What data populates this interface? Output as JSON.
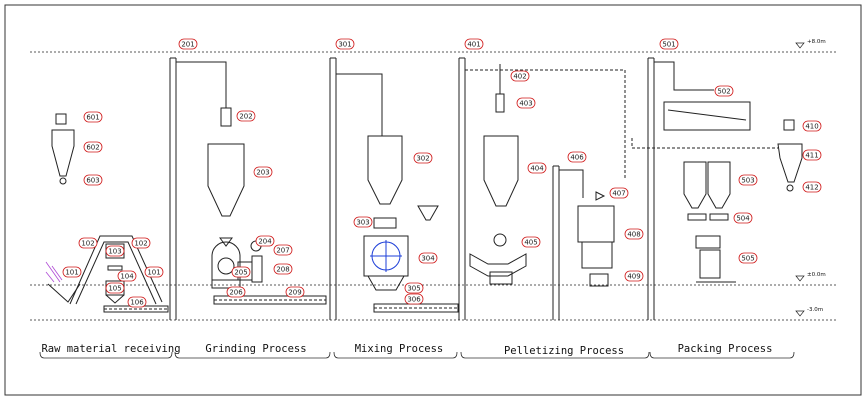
{
  "levels": {
    "top": "+8.0m",
    "ground": "±0.0m",
    "pit": "-3.0m"
  },
  "sections": [
    "Raw material receiving",
    "Grinding Process",
    "Mixing Process",
    "Pelletizing Process",
    "Packing Process"
  ],
  "tags": {
    "t101a": "101",
    "t101b": "101",
    "t102a": "102",
    "t102b": "102",
    "t103": "103",
    "t104": "104",
    "t105": "105",
    "t106": "106",
    "t201": "201",
    "t202": "202",
    "t203": "203",
    "t204": "204",
    "t205": "205",
    "t206": "206",
    "t207": "207",
    "t208": "208",
    "t209": "209",
    "t301": "301",
    "t302": "302",
    "t303": "303",
    "t304": "304",
    "t305": "305",
    "t306": "306",
    "t401": "401",
    "t402": "402",
    "t403": "403",
    "t404": "404",
    "t405": "405",
    "t406": "406",
    "t407": "407",
    "t408": "408",
    "t409": "409",
    "t410": "410",
    "t411": "411",
    "t412": "412",
    "t501": "501",
    "t502": "502",
    "t503": "503",
    "t504": "504",
    "t505": "505",
    "t601": "601",
    "t602": "602",
    "t603": "603"
  }
}
